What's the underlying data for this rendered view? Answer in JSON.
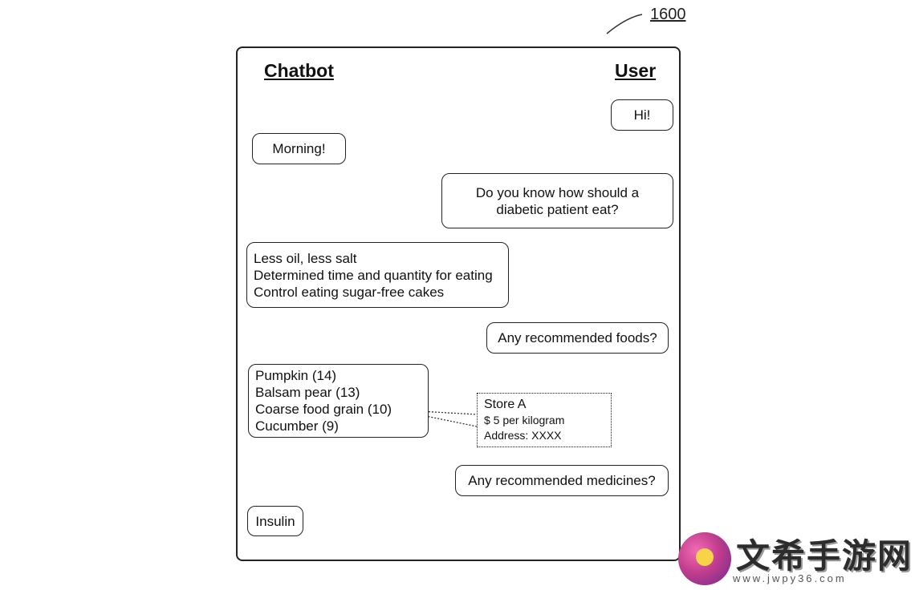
{
  "figure": {
    "ref_number": "1600"
  },
  "headers": {
    "chatbot": "Chatbot",
    "user": "User"
  },
  "messages": [
    {
      "sender": "user",
      "lines": [
        "Hi!"
      ]
    },
    {
      "sender": "chatbot",
      "lines": [
        "Morning!"
      ]
    },
    {
      "sender": "user",
      "lines": [
        "Do you know how should a",
        "diabetic patient eat?"
      ]
    },
    {
      "sender": "chatbot",
      "lines": [
        "Less oil, less salt",
        "Determined time and quantity for eating",
        "Control eating sugar-free cakes"
      ]
    },
    {
      "sender": "user",
      "lines": [
        "Any recommended foods?"
      ]
    },
    {
      "sender": "chatbot",
      "lines": [
        "Pumpkin (14)",
        "Balsam pear (13)",
        "Coarse food grain (10)",
        "Cucumber (9)"
      ]
    },
    {
      "sender": "user",
      "lines": [
        "Any recommended medicines?"
      ]
    },
    {
      "sender": "chatbot",
      "lines": [
        "Insulin"
      ]
    }
  ],
  "store_info": {
    "name": "Store A",
    "price": "$ 5 per kilogram",
    "address": "Address: XXXX"
  },
  "watermark": {
    "title": "文希手游网",
    "url": "www.jwpy36.com"
  }
}
